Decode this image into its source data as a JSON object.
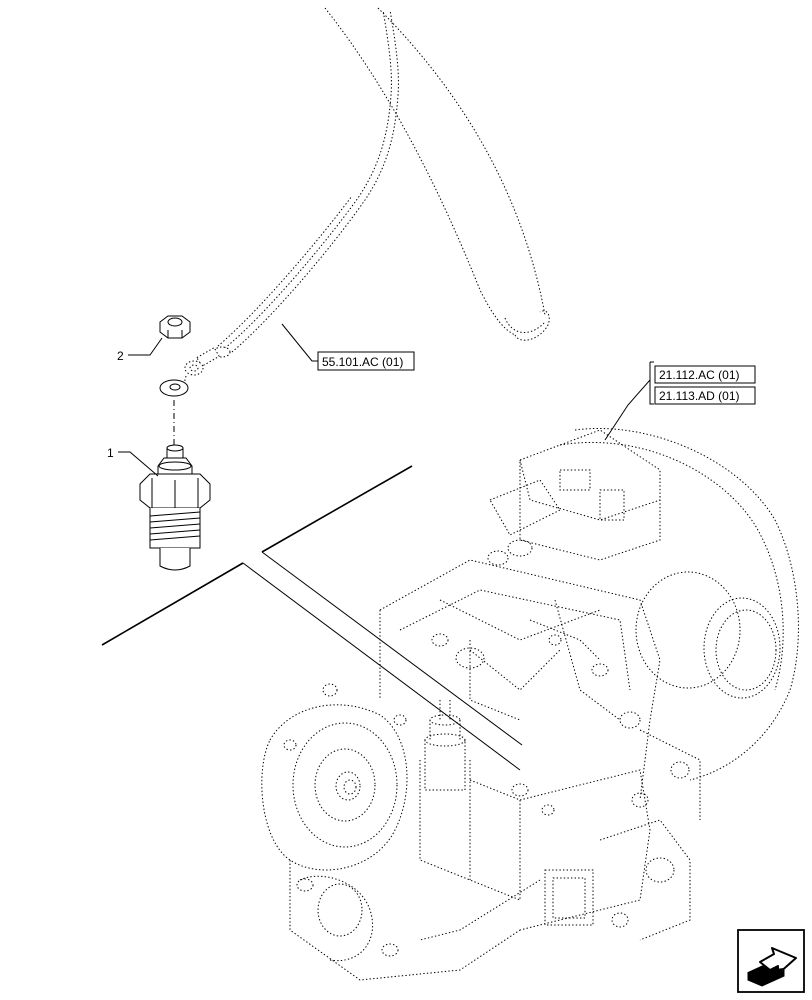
{
  "item_numbers": [
    "1",
    "2"
  ],
  "references": {
    "cable": "55.101.AC (01)",
    "transmission_1": "21.112.AC (01)",
    "transmission_2": "21.113.AD (01)"
  },
  "icons": {
    "nav": "next-page-arrow-icon"
  }
}
